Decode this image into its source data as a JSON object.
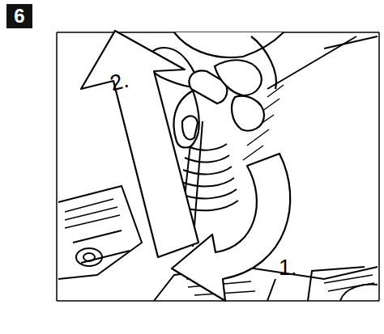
{
  "diagram": {
    "labels": [
      "6",
      "2.",
      "1."
    ]
  }
}
